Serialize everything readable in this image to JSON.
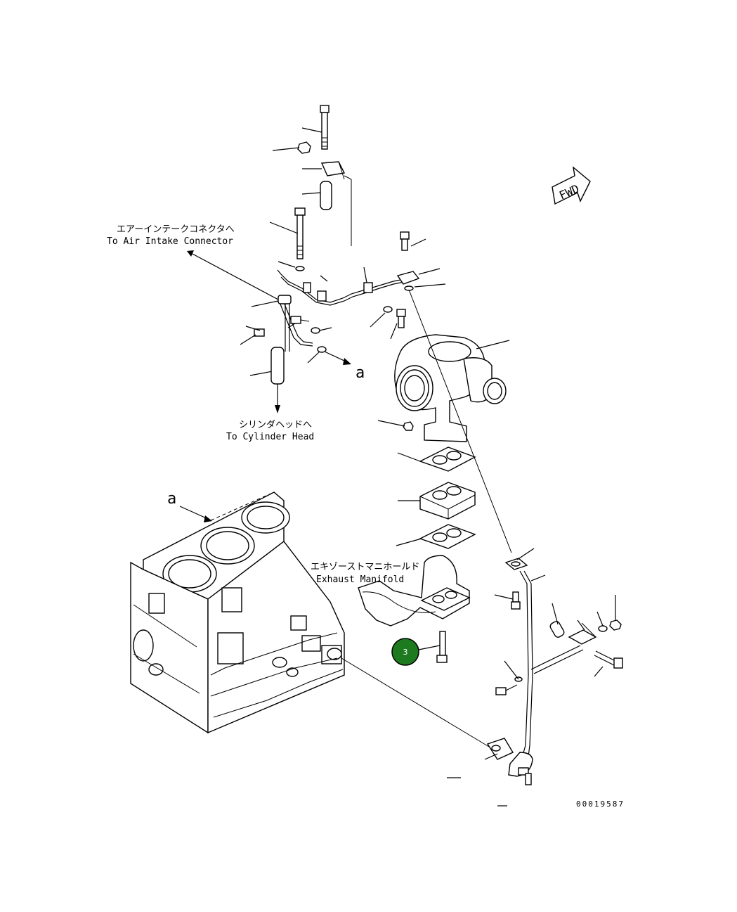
{
  "labels": {
    "air_intake_jp": "エアーインテークコネクタへ",
    "air_intake_en": "To Air Intake Connector",
    "cylinder_head_jp": "シリンダヘッドへ",
    "cylinder_head_en": "To Cylinder Head",
    "exhaust_jp": "エキゾーストマニホールド",
    "exhaust_en": "Exhaust Manifold",
    "fwd": "FWD",
    "view_a_arrow": "a",
    "view_a_block": "a",
    "drawing_number": "00019587"
  },
  "callout": {
    "number": "3",
    "color": "#1e7a1e"
  }
}
